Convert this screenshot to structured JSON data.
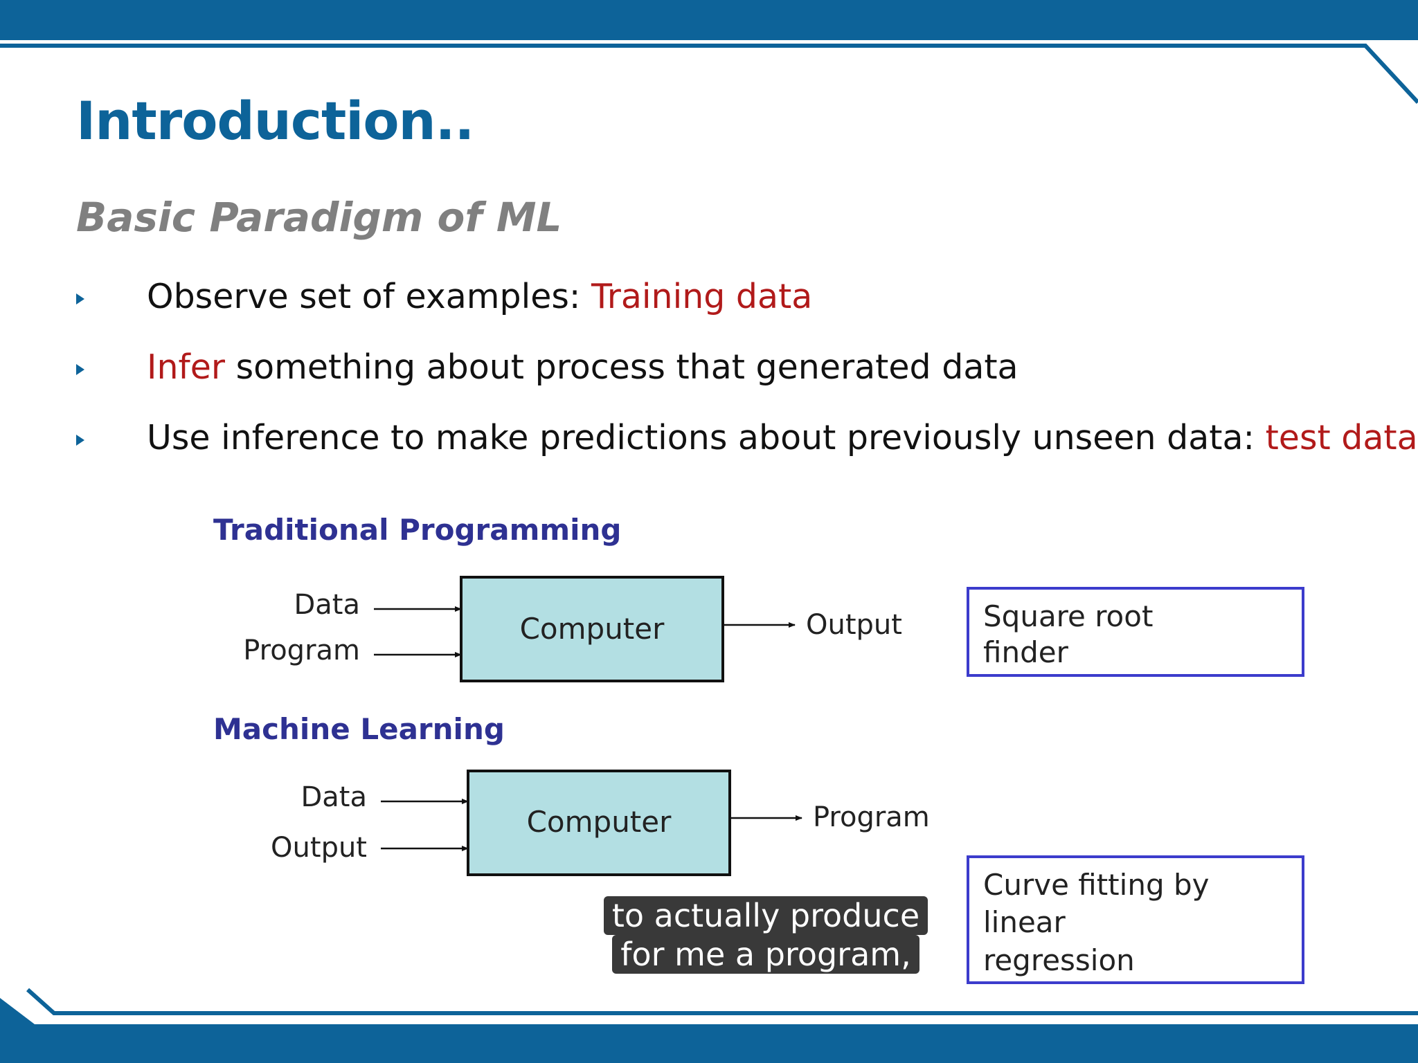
{
  "slide": {
    "title": "Introduction..",
    "subtitle": "Basic Paradigm of ML",
    "bullets": [
      {
        "parts": [
          {
            "text": "Observe set of examples: ",
            "highlight": false
          },
          {
            "text": "Training data",
            "highlight": true
          }
        ]
      },
      {
        "parts": [
          {
            "text": "Infer",
            "highlight": true
          },
          {
            "text": " something about process that generated data",
            "highlight": false
          }
        ]
      },
      {
        "parts": [
          {
            "text": "Use inference to make predictions about previously unseen data: ",
            "highlight": false
          },
          {
            "text": "test data.",
            "highlight": true
          }
        ]
      }
    ]
  },
  "diagram": {
    "traditional": {
      "heading": "Traditional Programming",
      "input_1": "Data",
      "input_2": "Program",
      "box_label": "Computer",
      "output": "Output",
      "example": "Square root finder",
      "example_lines": [
        "Square root",
        "finder"
      ]
    },
    "ml": {
      "heading": "Machine Learning",
      "input_1": "Data",
      "input_2": "Output",
      "box_label": "Computer",
      "output": "Program",
      "example": "Curve fitting by linear regression",
      "example_lines": [
        "Curve fitting by",
        "linear",
        "regression"
      ]
    }
  },
  "caption": {
    "line_1": "to actually produce",
    "line_2": "for me a program,"
  },
  "colors": {
    "frame_blue": "#0d6399",
    "title_blue": "#0d6399",
    "subtitle_gray": "#808080",
    "highlight_red": "#b11a1a",
    "heading_navy": "#2e3192",
    "computer_fill": "#b3dfe3",
    "example_border": "#3c3ccc"
  }
}
